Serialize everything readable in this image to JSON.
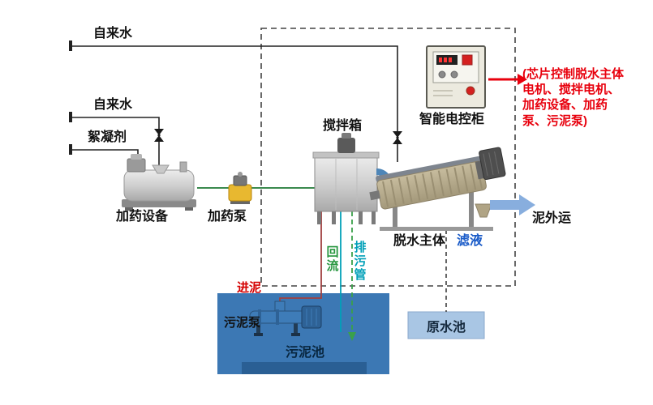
{
  "labels": {
    "tap_water_top": "自来水",
    "tap_water_mid": "自来水",
    "flocculant": "絮凝剂",
    "dosing_equipment": "加药设备",
    "dosing_pump": "加药泵",
    "mixing_tank": "搅拌箱",
    "control_cabinet": "智能电控柜",
    "dewatering_body": "脱水主体",
    "filtrate": "滤液",
    "sludge_out": "泥外运",
    "return_flow": "回流",
    "drain_pipe": "排污管",
    "sludge_inlet": "进泥",
    "sludge_pump": "污泥泵",
    "sludge_pool": "污泥池",
    "raw_water_pool": "原水池",
    "control_note": "(芯片控制脱水主体电机、搅拌电机、加药设备、加药泵、污泥泵)"
  },
  "colors": {
    "pool_blue": "#3c78b4",
    "pool_floor": "#2a5f94",
    "raw_pool_blue": "#a9c6e4",
    "arrow_blue": "#88aede",
    "arrow_red": "#e8000d",
    "pipe_water": "#222222",
    "pipe_green": "#1e7a34",
    "pipe_red": "#a04040",
    "pipe_teal": "#00a0b8",
    "pipe_return_green": "#3aa04a",
    "note_red": "#e8000d",
    "filtrate_blue": "#1a5bc8"
  },
  "icons": {
    "valve": "bowtie-valve",
    "control_cabinet": "electrical-cabinet",
    "mixing_tank": "stainless-tank",
    "dewatering": "screw-press",
    "sludge_pump": "screw-pump"
  }
}
